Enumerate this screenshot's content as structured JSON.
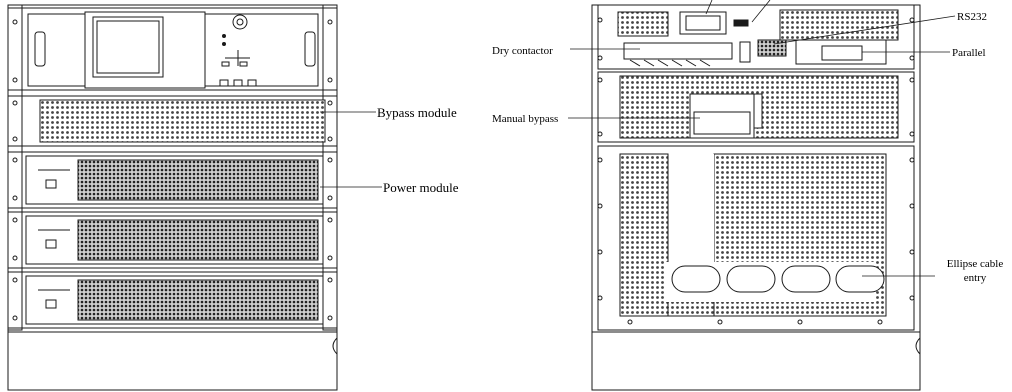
{
  "labels": {
    "bypass_module": "Bypass module",
    "power_module": "Power module",
    "dry_contactor": "Dry contactor",
    "manual_bypass": "Manual bypass",
    "rs232": "RS232",
    "parallel": "Parallel",
    "ellipse_line1": "Ellipse cable",
    "ellipse_line2": "entry"
  },
  "colors": {
    "line": "#1a1a1a",
    "mesh": "#3a3a3a"
  }
}
